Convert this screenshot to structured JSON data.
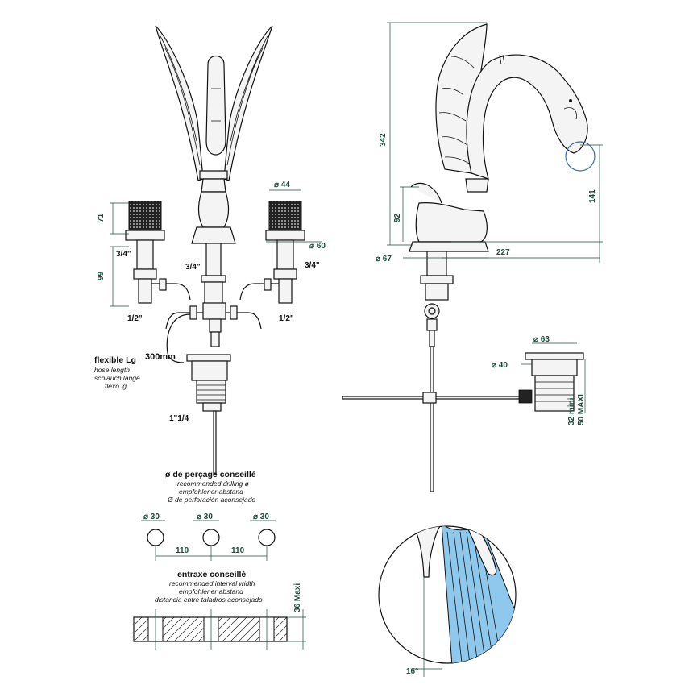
{
  "front_view": {
    "dim_handle_height": "71",
    "dim_valve_height": "99",
    "dim_knob_diameter": "⌀ 44",
    "dim_base_diameter": "⌀ 60",
    "thread_left_top": "3/4\"",
    "thread_center": "3/4\"",
    "thread_right_top": "3/4\"",
    "thread_left_bottom": "1/2\"",
    "thread_right_bottom": "1/2\"",
    "hose_length": "300mm",
    "hose_title": "flexible Lg",
    "hose_notes": [
      "hose length",
      "schlauch länge",
      "flexo lg"
    ],
    "waste_thread": "1\"1/4"
  },
  "side_view": {
    "dim_total_height": "342",
    "dim_base_height": "92",
    "dim_spout_height": "141",
    "dim_base_diameter": "⌀ 67",
    "dim_reach": "227"
  },
  "waste": {
    "dim_top_diameter": "⌀ 63",
    "dim_body_diameter": "⌀ 40",
    "dim_range": "32 mini\n50 MAXI",
    "dim_min": "32 mini",
    "dim_max": "50 MAXI"
  },
  "drilling": {
    "title": "ø de perçage conseillé",
    "notes": [
      "recommended drilling ø",
      "empfohlener abstand",
      "Ø de perforación aconsejado"
    ],
    "hole_diameter_1": "⌀ 30",
    "hole_diameter_2": "⌀ 30",
    "hole_diameter_3": "⌀ 30",
    "spacing_1": "110",
    "spacing_2": "110"
  },
  "interval": {
    "title": "entraxe conseillé",
    "notes": [
      "recommended interval width",
      "empfohlener abstand",
      "distancia entre taladros aconsejado"
    ],
    "thickness": "36 Maxi"
  },
  "detail": {
    "angle": "16°"
  },
  "colors": {
    "line": "#111111",
    "dimension": "#1a4d3c",
    "detail_fill": "#8ec8ec"
  }
}
